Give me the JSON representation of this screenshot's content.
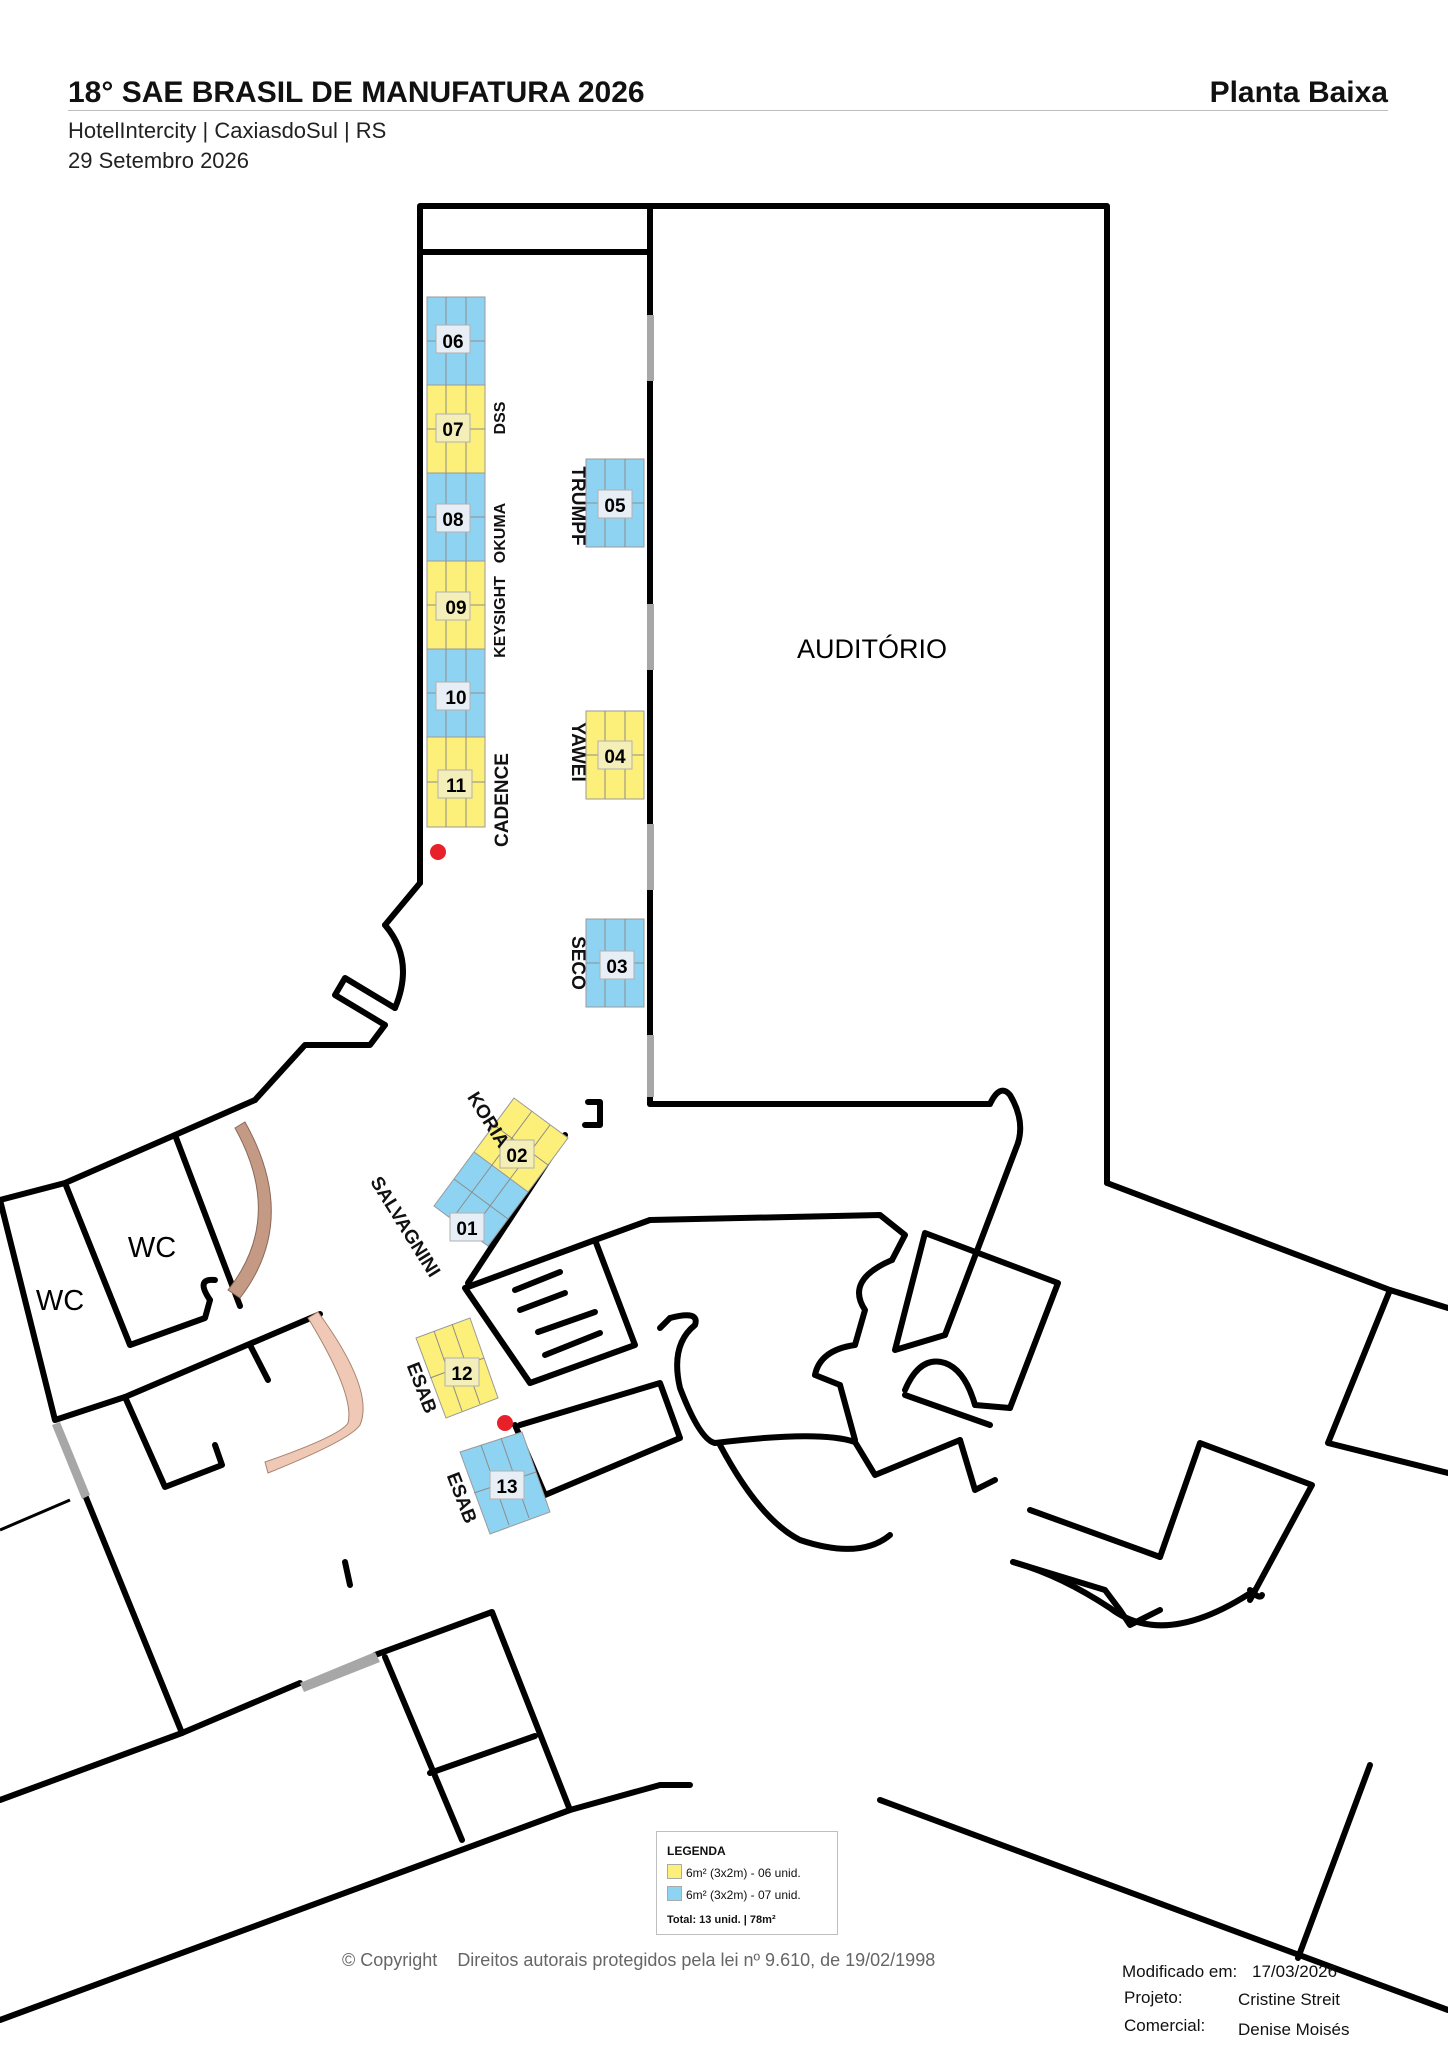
{
  "header": {
    "title": "18° SAE BRASIL DE MANUFATURA 2026",
    "right_title": "Planta Baixa",
    "venue": "HotelIntercity | CaxiasdoSul | RS",
    "date": "29 Setembro 2026"
  },
  "rooms": {
    "auditorio": "AUDITÓRIO",
    "wc1": "WC",
    "wc2": "WC"
  },
  "stands": [
    {
      "number": "06",
      "color": "#8fd3f2"
    },
    {
      "number": "07",
      "color": "#fdf07a"
    },
    {
      "number": "08",
      "color": "#8fd3f2"
    },
    {
      "number": "09",
      "color": "#fdf07a"
    },
    {
      "number": "10",
      "color": "#8fd3f2"
    },
    {
      "number": "11",
      "color": "#fdf07a"
    },
    {
      "number": "05",
      "color": "#8fd3f2"
    },
    {
      "number": "04",
      "color": "#fdf07a"
    },
    {
      "number": "03",
      "color": "#8fd3f2"
    },
    {
      "number": "02",
      "color": "#fdf07a"
    },
    {
      "number": "01",
      "color": "#8fd3f2"
    },
    {
      "number": "12",
      "color": "#fdf07a"
    },
    {
      "number": "13",
      "color": "#8fd3f2"
    }
  ],
  "exhibitors": {
    "dss": "DSS",
    "okuma": "OKUMA",
    "keysight": "KEYSIGHT",
    "cadence": "CADENCE",
    "trumpf": "TRUMPF",
    "yawei": "YAWEI",
    "seco": "SECO",
    "koria": "KORIA",
    "salvagnini": "SALVAGNINI",
    "esab1": "ESAB",
    "esab2": "ESAB"
  },
  "legend": {
    "title": "LEGENDA",
    "yellow_label": "6m² (3x2m) - 06 unid.",
    "blue_label": "6m² (3x2m) - 07 unid.",
    "total": "Total: 13 unid. | 78m²",
    "yellow_color": "#fdf07a",
    "blue_color": "#8fd3f2"
  },
  "footer": {
    "copyright": "© Copyright",
    "rights": "Direitos autorais protegidos pela lei nº 9.610, de 19/02/1998",
    "modified_label": "Modificado em:",
    "modified_date": "17/03/2026",
    "project_label": "Projeto:",
    "project_name": "Cristine Streit",
    "commercial_label": "Comercial:",
    "commercial_name": "Denise Moisés"
  },
  "colors": {
    "wall": "#000000",
    "door": "#a7a7a7",
    "marker": "#e8202a",
    "ramp": "#d9a98f"
  }
}
